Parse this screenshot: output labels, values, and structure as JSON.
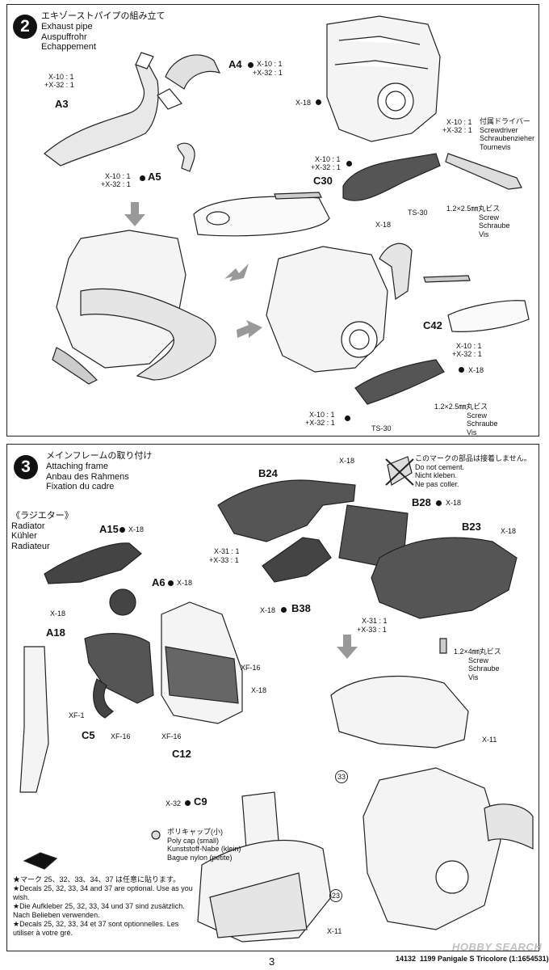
{
  "step2": {
    "num": "2",
    "title_jp": "エキゾーストパイプの組み立て",
    "title_en": "Exhaust pipe",
    "title_de": "Auspuffrohr",
    "title_fr": "Echappement",
    "parts": {
      "a4": "A4",
      "a3": "A3",
      "a5": "A5",
      "c30": "C30",
      "c42": "C42"
    },
    "ratio_x10": "X-10 : 1",
    "ratio_x32": "+X-32 : 1",
    "x18": "X-18",
    "ts30": "TS-30",
    "screwdriver_jp": "付属ドライバー",
    "screwdriver_en": "Screwdriver",
    "screwdriver_de": "Schraubenzieher",
    "screwdriver_fr": "Tournevis",
    "screw_size": "1.2×2.5㎜丸ビス",
    "screw_en": "Screw",
    "screw_de": "Schraube",
    "screw_fr": "Vis"
  },
  "step3": {
    "num": "3",
    "title_jp": "メインフレームの取り付け",
    "title_en": "Attaching frame",
    "title_de": "Anbau des Rahmens",
    "title_fr": "Fixation du cadre",
    "nocement_jp": "このマークの部品は接着しません。",
    "nocement_en": "Do not cement.",
    "nocement_de": "Nicht kleben.",
    "nocement_fr": "Ne pas coller.",
    "radiator_jp": "《ラジエター》",
    "radiator_en": "Radiator",
    "radiator_de": "Kühler",
    "radiator_fr": "Radiateur",
    "parts": {
      "b24": "B24",
      "b28": "B28",
      "b23": "B23",
      "b38": "B38",
      "a15": "A15",
      "a6": "A6",
      "a18": "A18",
      "c5": "C5",
      "c12": "C12",
      "c9": "C9"
    },
    "x18": "X-18",
    "x11": "X-11",
    "x32": "X-32",
    "x31": "X-31 : 1",
    "x33": "+X-33 : 1",
    "xf16": "XF-16",
    "xf1": "XF-1",
    "screw_size": "1.2×4㎜丸ビス",
    "screw_en": "Screw",
    "screw_de": "Schraube",
    "screw_fr": "Vis",
    "polycap_jp": "ポリキャップ(小)",
    "polycap_en": "Poly cap (small)",
    "polycap_de": "Kunststoff-Nabe (klein)",
    "polycap_fr": "Bague nylon (petite)",
    "decal33": "33",
    "decal23": "23",
    "notes": [
      "★マーク 25、32、33、34、37 は任意に貼ります。",
      "★Decals 25, 32, 33, 34 and 37 are optional. Use as you wish.",
      "★Die Aufkleber 25, 32, 33, 34 und 37 sind zusätzlich. Nach Belieben verwenden.",
      "★Decals 25, 32, 33, 34 et 37 sont optionnelles. Les utiliser à votre gré."
    ]
  },
  "footer": {
    "code": "14132",
    "model": "1199 Panigale S Tricolore (1:1654531)",
    "page": "3",
    "watermark": "HOBBY SEARCH"
  }
}
